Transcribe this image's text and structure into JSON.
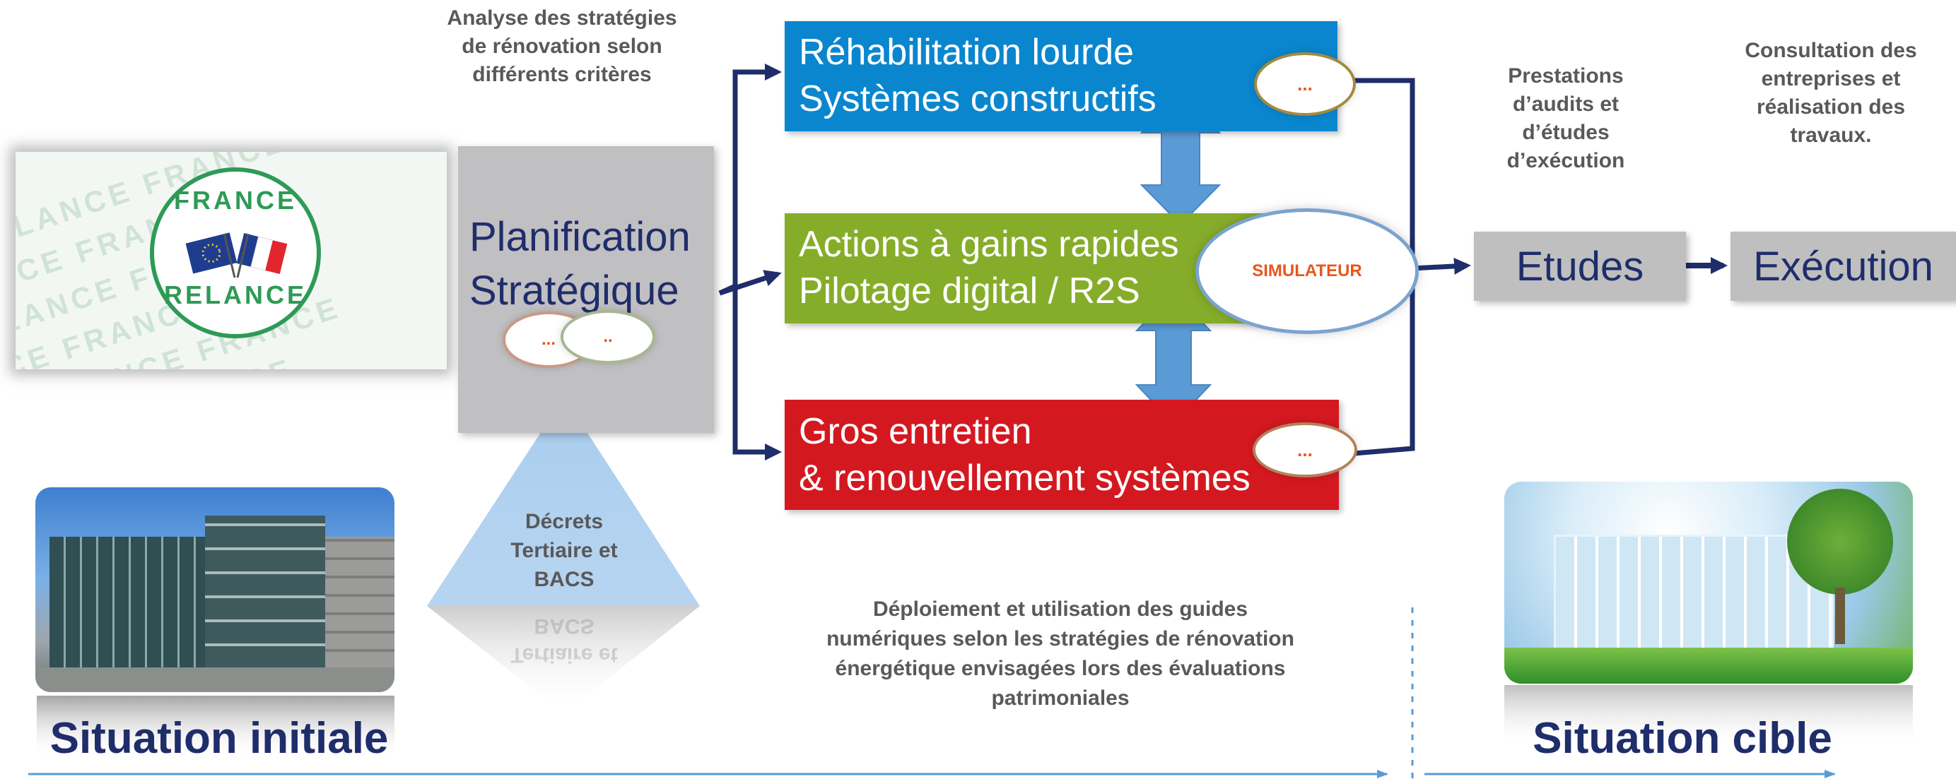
{
  "captions": {
    "analysis": [
      "Analyse des stratégies",
      "de rénovation selon",
      "différents critères"
    ],
    "prestations": [
      "Prestations",
      "d’audits et",
      "d’études",
      "d’exécution"
    ],
    "consultation": [
      "Consultation des",
      "entreprises et",
      "réalisation des",
      "travaux."
    ],
    "deploiement": [
      "Déploiement et utilisation des guides",
      "numériques selon les stratégies de rénovation",
      "énergétique envisagées lors des évaluations",
      "patrimoniales"
    ]
  },
  "logo": {
    "top": "FRANCE",
    "bottom": "RELANCE",
    "pattern": "RELANCE FRANCE"
  },
  "planification": {
    "line1": "Planification",
    "line2": "Stratégique",
    "ellipse1": "...",
    "ellipse2": ".."
  },
  "pyramid": {
    "line1": "Décrets",
    "line2": "Tertiaire et",
    "line3": "BACS"
  },
  "boxes": {
    "rehab": {
      "line1": "Réhabilitation lourde",
      "line2": "Systèmes constructifs",
      "ellipse": "...",
      "color": "#0a86cf"
    },
    "actions": {
      "line1": "Actions à gains rapides",
      "line2": "Pilotage digital / R2S",
      "ellipse": "SIMULATEUR",
      "color": "#86ad2a"
    },
    "gros": {
      "line1": "Gros entretien",
      "line2": "& renouvellement systèmes",
      "ellipse": "...",
      "color": "#d41820"
    }
  },
  "flow": {
    "etudes": "Etudes",
    "execution": "Exécution"
  },
  "situations": {
    "initiale": "Situation initiale",
    "cible": "Situation cible"
  },
  "colors": {
    "navy": "#1f2d6b",
    "arrow": "#5b9bd5",
    "grey": "#bfbfbf",
    "orange": "#e8561b"
  }
}
